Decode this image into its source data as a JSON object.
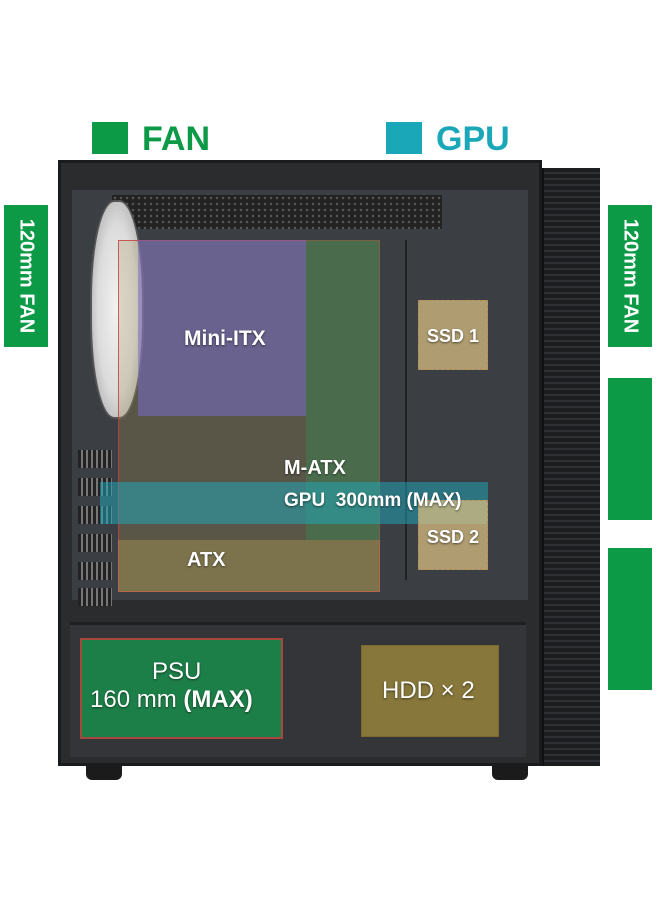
{
  "legend": [
    {
      "label": "FAN",
      "color": "#0c9a46"
    },
    {
      "label": "GPU",
      "color": "#1aa7b8"
    }
  ],
  "side_labels": {
    "left_fan": "120mm FAN",
    "right_fan": "120mm FAN"
  },
  "regions": {
    "mini_itx": "Mini-ITX",
    "m_atx": "M-ATX",
    "atx": "ATX",
    "gpu_prefix": "GPU",
    "gpu_length": "300mm (MAX)",
    "ssd1": "SSD 1",
    "ssd2": "SSD 2",
    "psu_line1": "PSU",
    "psu_length": "160 mm ",
    "psu_max": "(MAX)",
    "hdd": "HDD × 2"
  },
  "colors": {
    "fan_green": "#0c9a46",
    "gpu_teal": "#1aa7b8"
  }
}
